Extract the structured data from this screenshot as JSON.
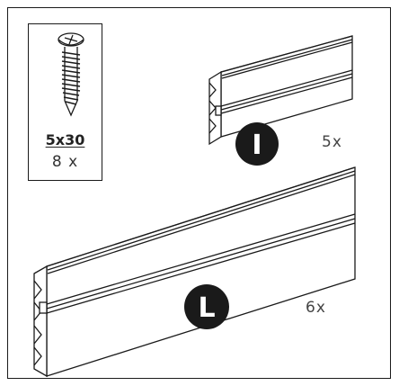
{
  "screw": {
    "icon": "phillips-screw-icon",
    "size_label": "5x30",
    "quantity_label": "8 x"
  },
  "parts": [
    {
      "id": "I",
      "badge_letter": "I",
      "quantity_label": "5x",
      "icon": "short-panel-board-icon"
    },
    {
      "id": "L",
      "badge_letter": "L",
      "quantity_label": "6x",
      "icon": "long-panel-board-icon"
    }
  ],
  "colors": {
    "ink": "#1a1a1a",
    "badge_fill": "#1a1a1a",
    "badge_text": "#ffffff"
  }
}
